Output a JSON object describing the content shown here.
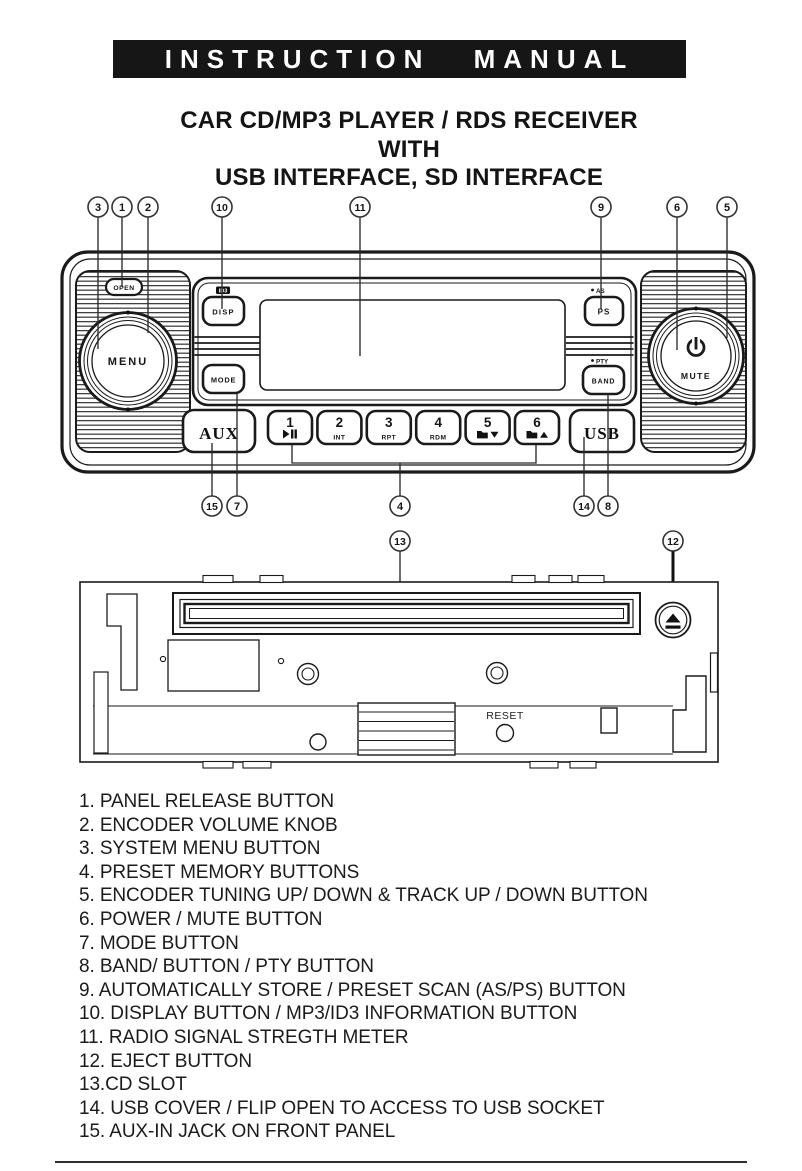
{
  "colors": {
    "paper": "#ffffff",
    "ink": "#1a1a1a",
    "banner_bg": "#161616"
  },
  "header": {
    "banner": "INSTRUCTION MANUAL"
  },
  "title": {
    "line1": "CAR CD/MP3 PLAYER / RDS RECEIVER",
    "line2": "WITH",
    "line3": "USB INTERFACE, SD INTERFACE"
  },
  "front_panel": {
    "open_label": "OPEN",
    "menu_label": "MENU",
    "disp_label": "DISP",
    "id3_badge": "ID3",
    "as_label": "AS",
    "ps_label": "PS",
    "mode_label": "MODE",
    "pty_label": "PTY",
    "band_label": "BAND",
    "aux_label": "AUX",
    "usb_label": "USB",
    "mute_label": "MUTE",
    "icons": {
      "power": "power-icon",
      "preset1": "play-pause-icon",
      "preset5": "folder-down-icon",
      "preset6": "folder-up-icon"
    },
    "presets": [
      {
        "num": "1",
        "sub": ""
      },
      {
        "num": "2",
        "sub": "INT"
      },
      {
        "num": "3",
        "sub": "RPT"
      },
      {
        "num": "4",
        "sub": "RDM"
      },
      {
        "num": "5",
        "sub": ""
      },
      {
        "num": "6",
        "sub": ""
      }
    ]
  },
  "main_unit": {
    "reset_label": "RESET",
    "icons": {
      "eject": "eject-icon"
    }
  },
  "callouts": {
    "c1": "1",
    "c2": "2",
    "c3": "3",
    "c4": "4",
    "c5": "5",
    "c6": "6",
    "c7": "7",
    "c8": "8",
    "c9": "9",
    "c10": "10",
    "c11": "11",
    "c12": "12",
    "c13": "13",
    "c14": "14",
    "c15": "15"
  },
  "parts_list": [
    "1. PANEL RELEASE BUTTON",
    "2. ENCODER VOLUME KNOB",
    "3. SYSTEM MENU BUTTON",
    "4. PRESET MEMORY BUTTONS",
    "5. ENCODER TUNING UP/ DOWN & TRACK UP / DOWN BUTTON",
    "6. POWER / MUTE BUTTON",
    "7. MODE BUTTON",
    "8. BAND/ BUTTON / PTY BUTTON",
    "9. AUTOMATICALLY STORE / PRESET SCAN (AS/PS) BUTTON",
    "10. DISPLAY BUTTON / MP3/ID3 INFORMATION BUTTON",
    "11. RADIO SIGNAL STREGTH METER",
    "12. EJECT BUTTON",
    "13.CD SLOT",
    "14. USB COVER / FLIP OPEN TO ACCESS TO USB SOCKET",
    "15. AUX-IN JACK ON FRONT PANEL"
  ]
}
